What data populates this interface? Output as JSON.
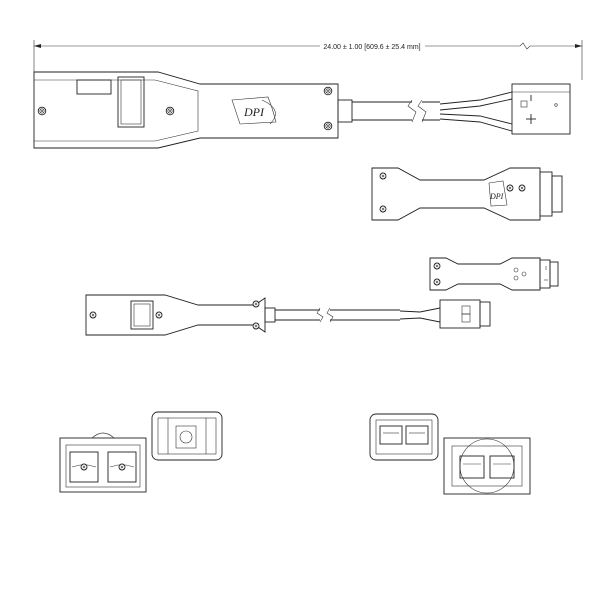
{
  "dimension": {
    "label": "24.00 ± 1.00 [609.6 ± 25.4 mm]"
  },
  "logo": {
    "text": "DPI"
  },
  "colors": {
    "stroke": "#222222",
    "background": "#ffffff"
  },
  "icons": {
    "screw": "screw-icon",
    "pin_minus": "minus-symbol",
    "pin_plus": "plus-symbol"
  }
}
